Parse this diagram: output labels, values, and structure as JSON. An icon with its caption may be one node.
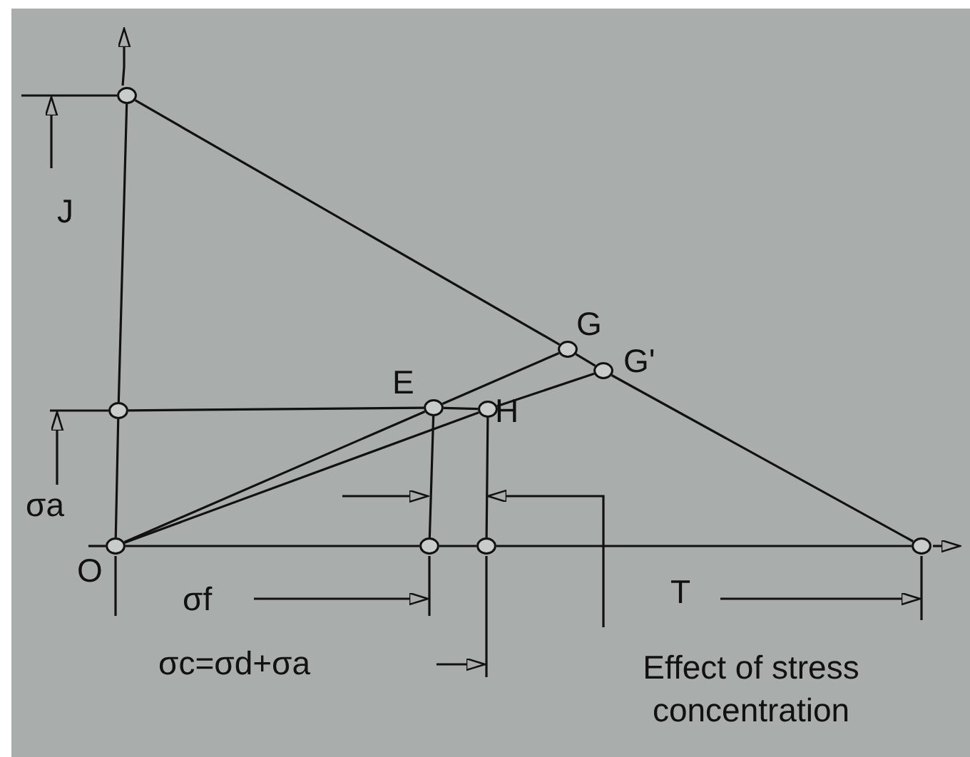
{
  "diagram": {
    "nodes": [
      {
        "text": [],
        "shape": "circle"
      },
      {
        "text": [],
        "shape": "circle",
        "beside": [
          "G"
        ]
      },
      {
        "text": [],
        "shape": "circle",
        "beside": [
          "G'"
        ]
      },
      {
        "text": [],
        "shape": "circle"
      },
      {
        "text": [],
        "shape": "circle",
        "beside": [
          "E"
        ]
      },
      {
        "text": [],
        "shape": "circle",
        "beside": [
          "H"
        ]
      },
      {
        "text": [],
        "shape": "circle",
        "beside": [
          "O"
        ]
      },
      {
        "text": [],
        "shape": "circle"
      },
      {
        "text": [],
        "shape": "circle"
      },
      {
        "text": [],
        "shape": "circle"
      }
    ],
    "edges": [
      {
        "from": 0,
        "to": 1,
        "arrow": "none"
      },
      {
        "from": 1,
        "to": 2,
        "arrow": "none"
      },
      {
        "from": 2,
        "to": 9,
        "arrow": "none"
      },
      {
        "from": 6,
        "to": 3,
        "arrow": "none"
      },
      {
        "from": 3,
        "to": 0,
        "arrow": "none"
      },
      {
        "from": 3,
        "to": 4,
        "arrow": "none"
      },
      {
        "from": 4,
        "to": 5,
        "arrow": "none"
      },
      {
        "from": 6,
        "to": 4,
        "arrow": "none"
      },
      {
        "from": 4,
        "to": 1,
        "arrow": "none"
      },
      {
        "from": 6,
        "to": 5,
        "arrow": "none"
      },
      {
        "from": 5,
        "to": 2,
        "arrow": "none"
      },
      {
        "from": 4,
        "to": 7,
        "arrow": "none"
      },
      {
        "from": 5,
        "to": 8,
        "arrow": "none"
      },
      {
        "from": 6,
        "to": 7,
        "arrow": "none"
      },
      {
        "from": 7,
        "to": 8,
        "arrow": "none"
      },
      {
        "from": 8,
        "to": 9,
        "arrow": "none"
      }
    ],
    "labels": [
      "J",
      "σa",
      "σf",
      "T",
      "σc=σd+σa",
      "Effect of stress concentration"
    ]
  }
}
